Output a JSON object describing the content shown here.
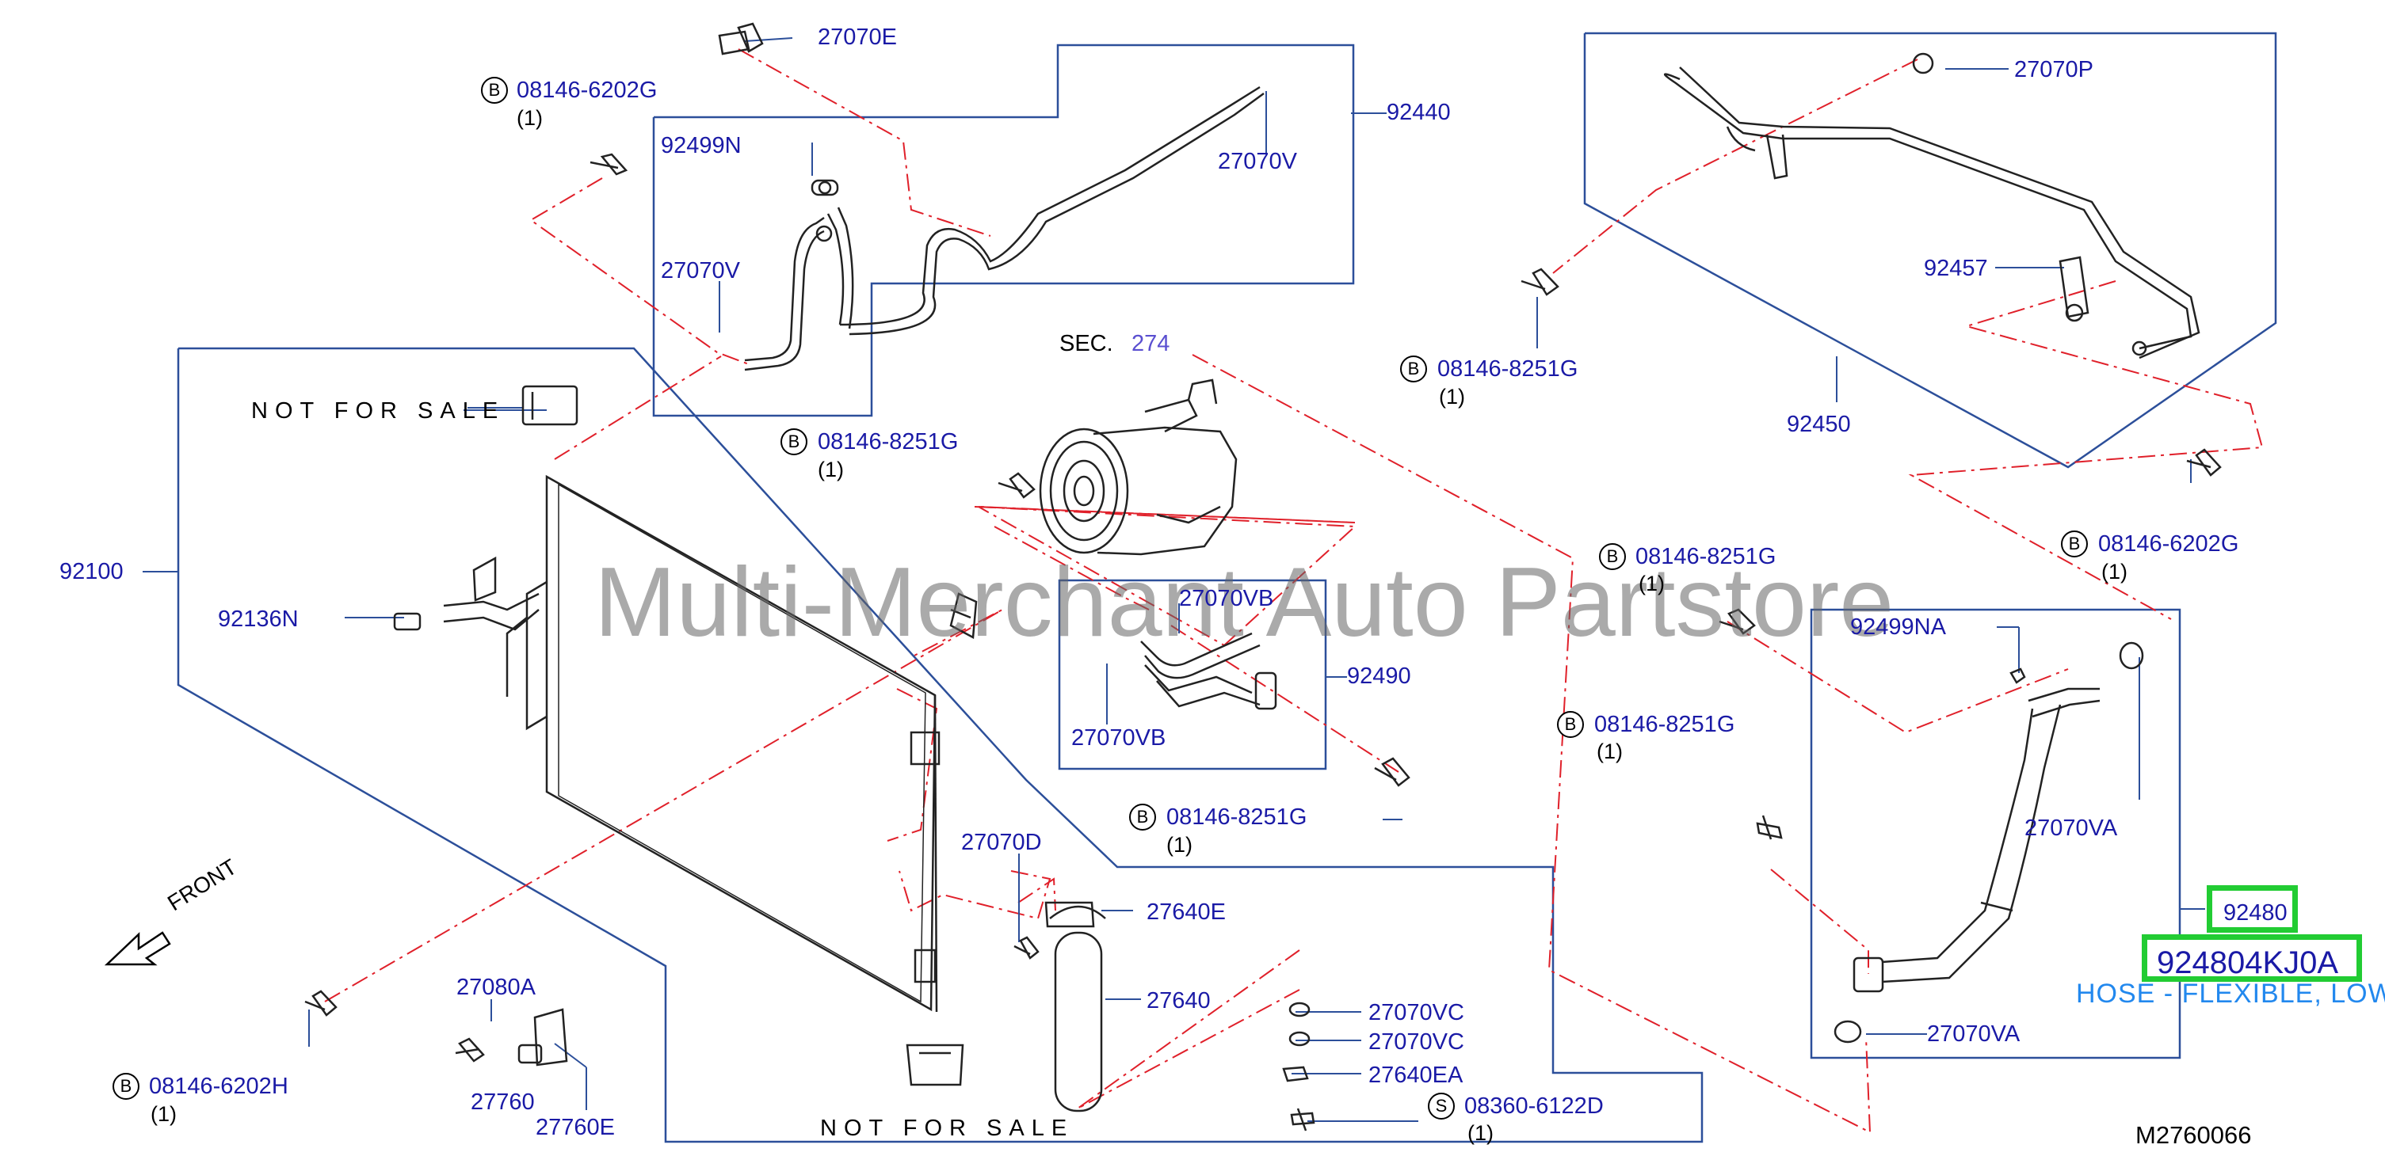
{
  "diagram_code": "M2760066",
  "watermark": "Multi-Merchant Auto Partstore",
  "sec_label": {
    "prefix": "SEC.",
    "number": "274"
  },
  "not_for_sale": "NOT  FOR  SALE",
  "front_label": "FRONT",
  "bolt_prefix_b": "B",
  "bolt_prefix_s": "S",
  "qty_one": "(1)",
  "parts": {
    "p27070E": "27070E",
    "p08146_6202G_top": "08146-6202G",
    "p92440": "92440",
    "p92499N": "92499N",
    "p27070V_right": "27070V",
    "p27070V_left": "27070V",
    "p08146_8251G_mid": "08146-8251G",
    "p92100": "92100",
    "p92136N": "92136N",
    "p27070VB_top": "27070VB",
    "p92490": "92490",
    "p27070VB_bot": "27070VB",
    "p08146_8251G_low": "08146-8251G",
    "p27070D": "27070D",
    "p27640E": "27640E",
    "p27640": "27640",
    "p27080A": "27080A",
    "p27760": "27760",
    "p27760E": "27760E",
    "p08146_6202H": "08146-6202H",
    "p27070VC_1": "27070VC",
    "p27070VC_2": "27070VC",
    "p27640EA": "27640EA",
    "p08360_6122D": "08360-6122D",
    "p27070P": "27070P",
    "p92457": "92457",
    "p08146_8251G_tr": "08146-8251G",
    "p92450": "92450",
    "p08146_6202G_right": "08146-6202G",
    "p08146_8251G_r1": "08146-8251G",
    "p08146_8251G_r2": "08146-8251G",
    "p92499NA": "92499NA",
    "p27070VA_mid": "27070VA",
    "p27070VA_bot": "27070VA",
    "p92480": "92480"
  },
  "highlight": {
    "part_number": "924804KJ0A",
    "description": "HOSE - FLEXIBLE, LOW"
  },
  "colors": {
    "label_blue": "#1a1aa6",
    "leader_red": "#e0202a",
    "highlight_green": "#22cc33",
    "desc_blue": "#2288ee",
    "outline_blue": "#2c4f9a"
  }
}
